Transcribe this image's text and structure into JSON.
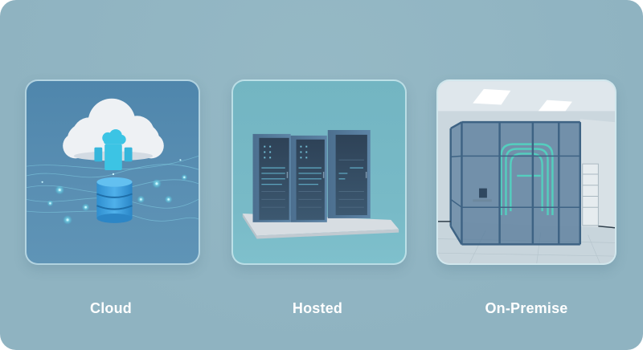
{
  "options": [
    {
      "id": "cloud",
      "label": "Cloud",
      "icon": "cloud-database-icon"
    },
    {
      "id": "hosted",
      "label": "Hosted",
      "icon": "server-racks-icon"
    },
    {
      "id": "onprem",
      "label": "On-Premise",
      "icon": "server-room-icon"
    }
  ],
  "colors": {
    "background": "#8fb3c1",
    "card_cloud": "#5289ae",
    "card_hosted": "#76b8c5",
    "card_onprem": "#cddbe2",
    "label_text": "#ffffff",
    "accent_cyan": "#3fd0e6"
  }
}
